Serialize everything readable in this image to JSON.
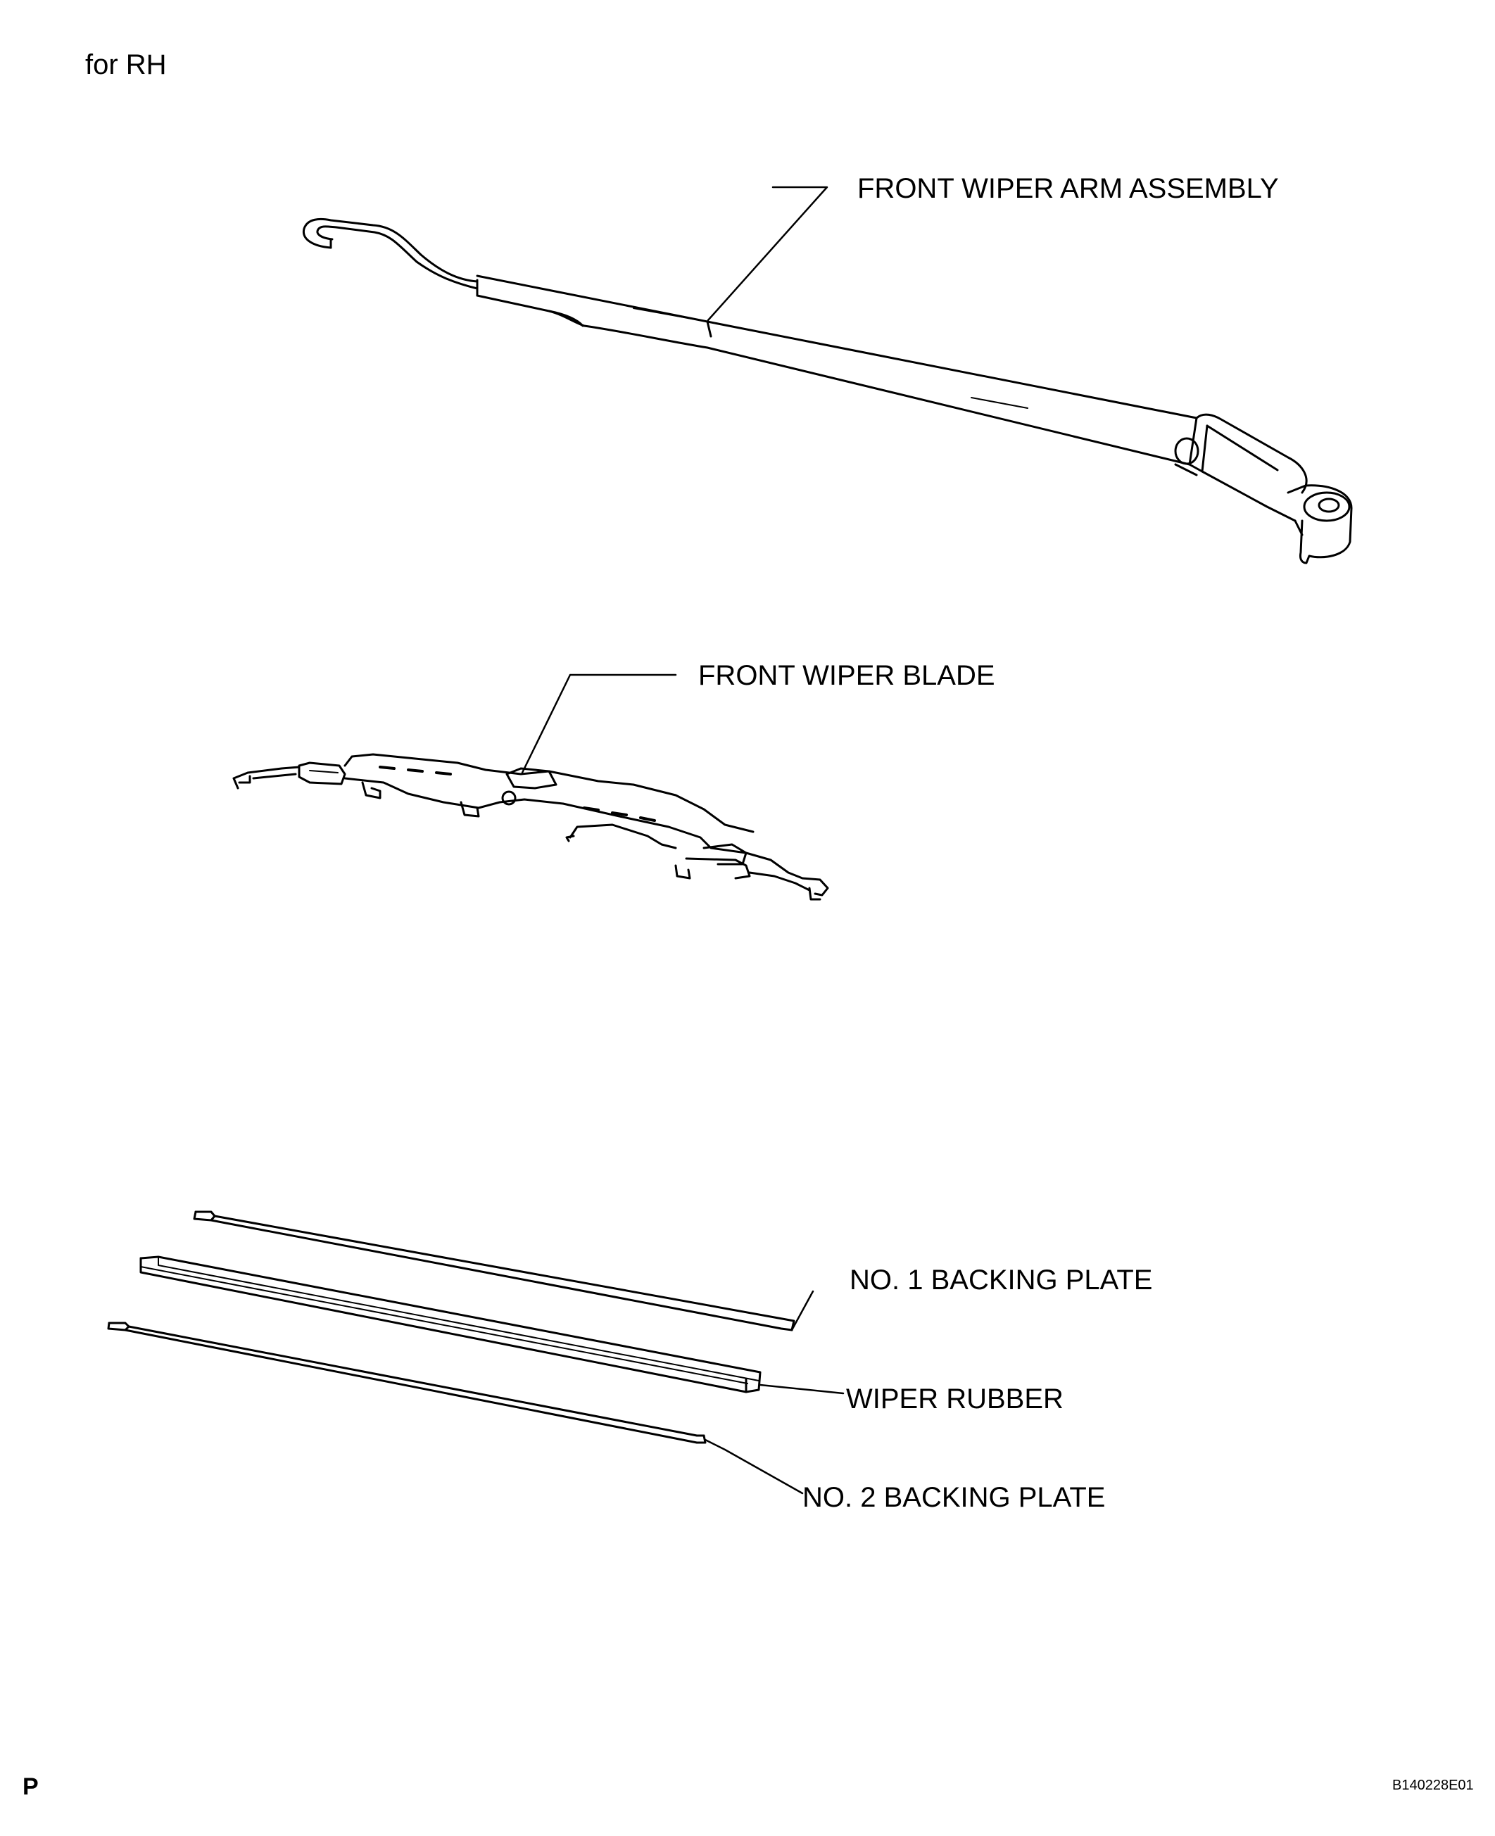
{
  "header": {
    "note": "for RH"
  },
  "parts": {
    "arm": "FRONT WIPER ARM ASSEMBLY",
    "blade": "FRONT WIPER BLADE",
    "plate1": "NO. 1 BACKING PLATE",
    "rubber": "WIPER RUBBER",
    "plate2": "NO. 2 BACKING PLATE"
  },
  "footer": {
    "mark": "P",
    "code": "B140228E01"
  }
}
